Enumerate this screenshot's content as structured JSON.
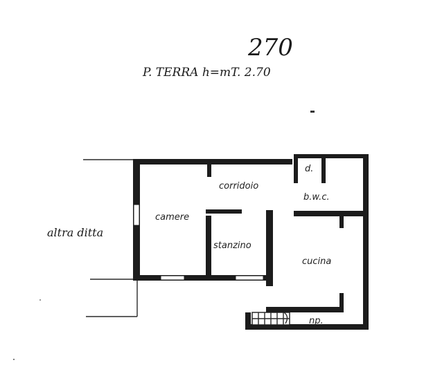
{
  "sheet": {
    "number": "270",
    "title": "P. TERRA h=mT. 2.70"
  },
  "rooms": {
    "camera": "camere",
    "corridoio": "corridoio",
    "ripostiglio": "d.",
    "bagno": "b.w.c.",
    "stanzino": "stanzino",
    "cucina": "cucina",
    "np": "np."
  },
  "outside": {
    "adjacent": "altra ditta"
  }
}
